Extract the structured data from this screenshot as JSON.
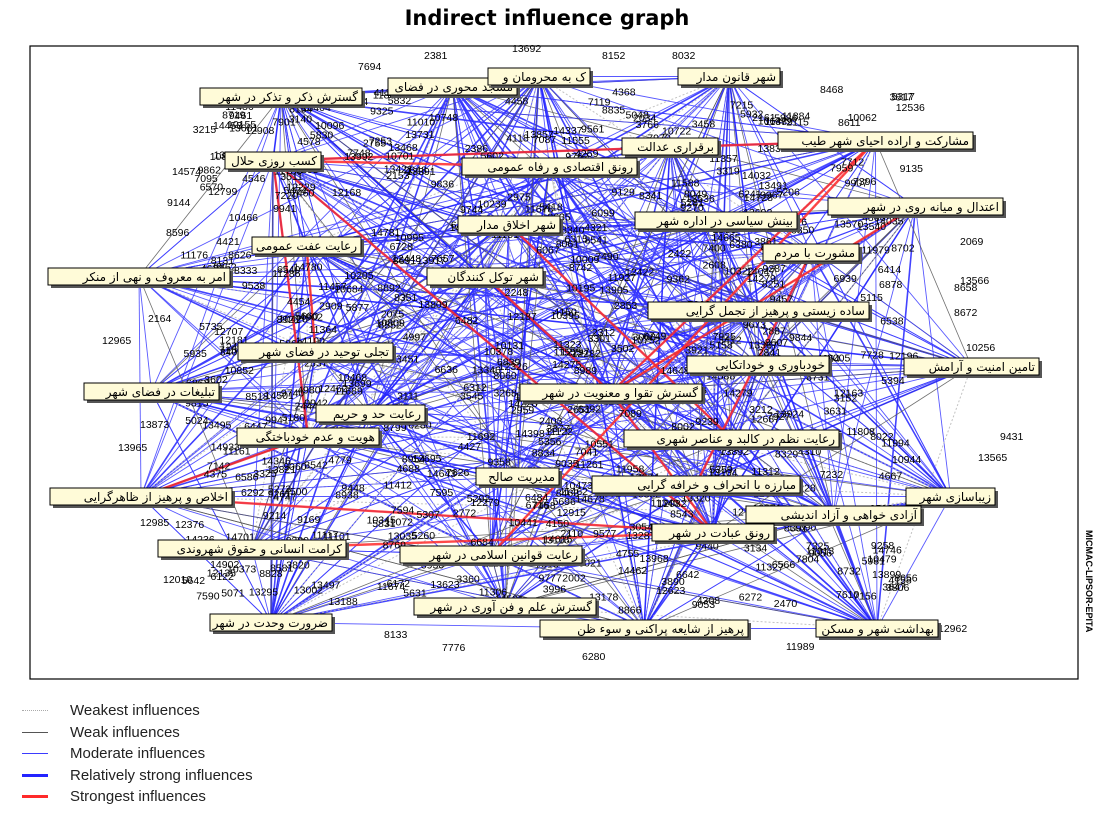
{
  "title": "Indirect influence graph",
  "side_text": "MICMAC-LIPSOR-EPITA",
  "colors": {
    "weakest": "#b8b8b8",
    "weak": "#555555",
    "moderate": "#3b3bff",
    "relatively_strong": "#2323ff",
    "strongest": "#ff2a2a",
    "node_fill": "#fffbd8"
  },
  "legend": [
    {
      "label": "Weakest influences",
      "style": "weakest"
    },
    {
      "label": "Weak influences",
      "style": "weak"
    },
    {
      "label": "Moderate influences",
      "style": "moderate"
    },
    {
      "label": "Relatively strong influences",
      "style": "relatively_strong"
    },
    {
      "label": "Strongest influences",
      "style": "strongest"
    }
  ],
  "nodes": [
    {
      "id": "n1",
      "label": "گسترش ذکر و تذکر در شهر"
    },
    {
      "id": "n2",
      "label": "مسجد محوری در فضای"
    },
    {
      "id": "n3",
      "label": "ک به محرومان و"
    },
    {
      "id": "n4",
      "label": "شهر قانون مدار"
    },
    {
      "id": "n5",
      "label": "کسب روزی حلال"
    },
    {
      "id": "n6",
      "label": "برقراری عدالت"
    },
    {
      "id": "n7",
      "label": "رونق اقتصادی و رفاه عمومی"
    },
    {
      "id": "n8",
      "label": "مشارکت و اراده احیای شهر طیب"
    },
    {
      "id": "n9",
      "label": "اعتدال و میانه روی در شهر"
    },
    {
      "id": "n10",
      "label": "شهر اخلاق مدار"
    },
    {
      "id": "n11",
      "label": "بینش سیاسی در اداره شهر"
    },
    {
      "id": "n12",
      "label": "رعایت عفت عمومی"
    },
    {
      "id": "n13",
      "label": "مشورت با مردم"
    },
    {
      "id": "n14",
      "label": "شهر توکل کنندگان"
    },
    {
      "id": "n15",
      "label": "امر به معروف و نهی از منکر"
    },
    {
      "id": "n16",
      "label": "ساده زیستی و پرهیز از تجمل گرایی"
    },
    {
      "id": "n17",
      "label": "تجلی توحید در فضای شهر"
    },
    {
      "id": "n18",
      "label": "خودباوری و خوداتکایی"
    },
    {
      "id": "n19",
      "label": "تامین امنیت و آرامش"
    },
    {
      "id": "n20",
      "label": "تبلیغات در فضای شهر"
    },
    {
      "id": "n21",
      "label": "گسترش تقوا و معنویت در شهر"
    },
    {
      "id": "n22",
      "label": "رعایت حد و حریم"
    },
    {
      "id": "n23",
      "label": "هویت و عدم خودباختگی"
    },
    {
      "id": "n24",
      "label": "رعایت نظم در کالبد و عناصر شهری"
    },
    {
      "id": "n25",
      "label": "مدیریت صالح"
    },
    {
      "id": "n26",
      "label": "مبارزه با انحراف و خرافه گرایی"
    },
    {
      "id": "n27",
      "label": "زیباسازی شهر"
    },
    {
      "id": "n28",
      "label": "اخلاص و پرهیز از ظاهرگرایی"
    },
    {
      "id": "n29",
      "label": "آزادی خواهی و آزاد اندیشی"
    },
    {
      "id": "n30",
      "label": "رونق عبادت در شهر"
    },
    {
      "id": "n31",
      "label": "کرامت انسانی و حقوق شهروندی"
    },
    {
      "id": "n32",
      "label": "رعایت قوانین اسلامی در شهر"
    },
    {
      "id": "n33",
      "label": "گسترش علم و فن آوری در شهر"
    },
    {
      "id": "n34",
      "label": "ضرورت وحدت در شهر"
    },
    {
      "id": "n35",
      "label": "پرهیز از شایعه پراکنی و سوء ظن"
    },
    {
      "id": "n36",
      "label": "بهداشت شهر و مسکن"
    }
  ],
  "edge_values": [
    "7694",
    "2381",
    "13692",
    "8152",
    "8032",
    "8468",
    "8611",
    "10155",
    "14574",
    "7396",
    "9144",
    "8596",
    "2069",
    "13566",
    "8658",
    "8672",
    "12965",
    "2164",
    "10256",
    "13965",
    "13873",
    "9431",
    "13565",
    "12985",
    "12376",
    "12010",
    "12112",
    "12962",
    "11989",
    "6280",
    "7776",
    "8133",
    "13899",
    "3806",
    "7610",
    "12286",
    "13359"
  ]
}
